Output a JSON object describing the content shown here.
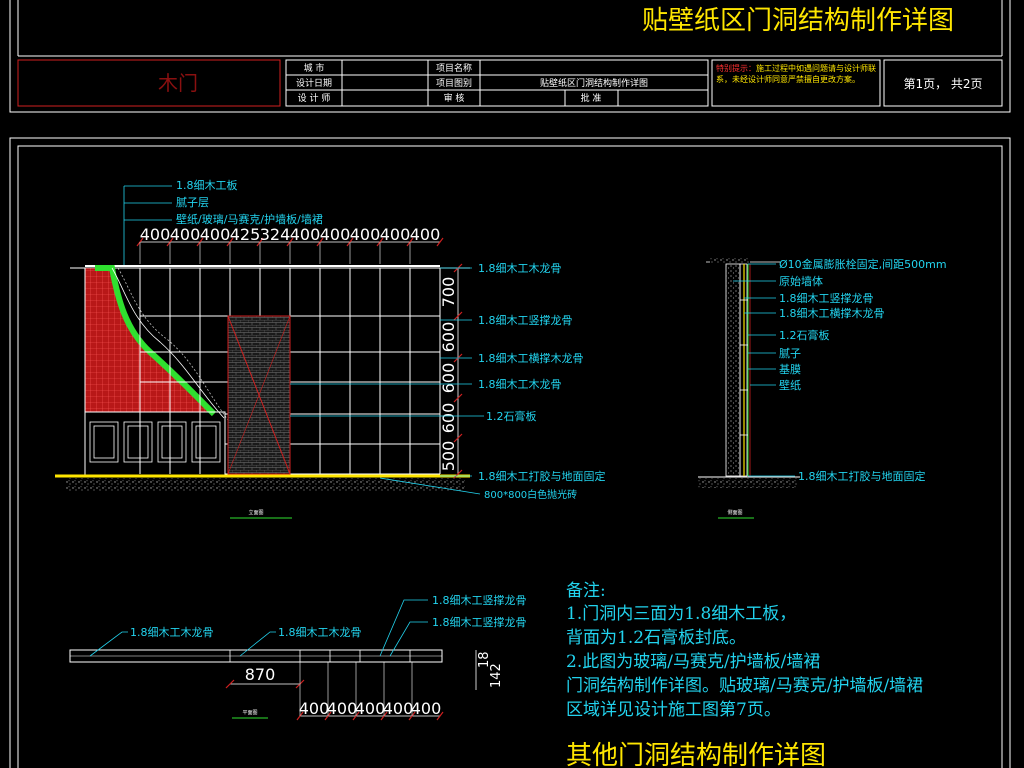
{
  "title_block": {
    "main_title": "贴壁纸区门洞结构制作详图",
    "logo_text": "木门",
    "labels": {
      "city": "城 市",
      "design_date": "设计日期",
      "designer": "设 计 师",
      "project_name": "项目名称",
      "project_drawing": "项目图别",
      "review": "审 核",
      "approve": "批 准"
    },
    "drawing_name": "贴壁纸区门洞结构制作详图",
    "special_note_red": "特别提示：",
    "special_note_rest": "施工过程中如遇问题请与设计师联系，未经设计师同意严禁擅自更改方案。",
    "page_info": "第1页， 共2页"
  },
  "elevation": {
    "leaders_top": [
      "1.8细木工板",
      "腻子层",
      "壁纸/玻璃/马赛克/护墙板/墙裙"
    ],
    "top_dims": [
      "400",
      "400",
      "400",
      "425",
      "324",
      "400",
      "400",
      "400",
      "400",
      "400"
    ],
    "right_labels": [
      "1.8细木工木龙骨",
      "1.8细木工竖撑龙骨",
      "1.8细木工横撑木龙骨",
      "1.8细木工木龙骨",
      "1.2石膏板",
      "1.8细木工打胶与地面固定",
      "800*800白色抛光砖"
    ],
    "right_dims": [
      "700",
      "600",
      "600",
      "600",
      "500"
    ],
    "caption": "立面图"
  },
  "section": {
    "labels": [
      "Ø10金属膨胀栓固定,间距500mm",
      "原始墙体",
      "1.8细木工竖撑龙骨",
      "1.8细木工横撑木龙骨",
      "1.2石膏板",
      "腻子",
      "基膜",
      "壁纸",
      "1.8细木工打胶与地面固定"
    ],
    "caption": "侧面图"
  },
  "plan": {
    "labels": [
      "1.8细木工木龙骨",
      "1.8细木工木龙骨",
      "1.8细木工竖撑龙骨",
      "1.8细木工竖撑龙骨"
    ],
    "dim_left": "870",
    "dims_bottom": [
      "400",
      "400",
      "400",
      "400",
      "400"
    ],
    "dims_right": [
      "18",
      "142"
    ],
    "caption": "平面图"
  },
  "notes": {
    "heading": "备注:",
    "lines": [
      "1.门洞内三面为1.8细木工板，",
      "背面为1.2石膏板封底。",
      "2.此图为玻璃/马赛克/护墙板/墙裙",
      "门洞结构制作详图。贴玻璃/马赛克/护墙板/墙裙",
      "区域详见设计施工图第7页。"
    ]
  },
  "bottom_title": "其他门洞结构制作详图",
  "colors": {
    "background": "#000000",
    "line": "#ffffff",
    "cyan": "#22d3ee",
    "yellow": "#ffe600",
    "red": "#d02020",
    "green": "#2fe02f"
  }
}
